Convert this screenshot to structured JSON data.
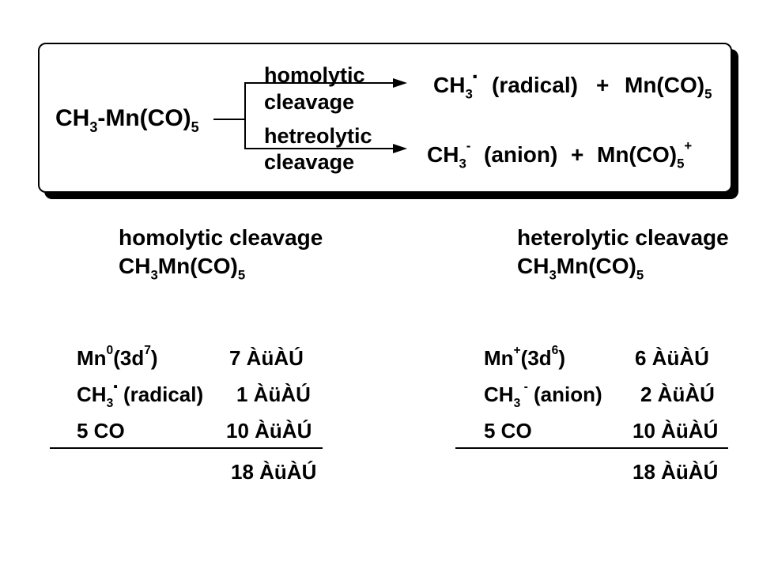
{
  "reaction": {
    "reactant": {
      "main": "CH",
      "sub1": "3",
      "bond": "-",
      "metal": "Mn(CO)",
      "sub2": "5"
    },
    "homolytic": {
      "label_line1": "homolytic",
      "label_line2": "cleavage",
      "product1_main": "CH",
      "product1_sub": "3",
      "product1_mark": "▪",
      "product1_tag": "(radical)",
      "plus": "+",
      "product2_main": "Mn(CO)",
      "product2_sub": "5"
    },
    "heterolytic": {
      "label_line1": "hetreolytic",
      "label_line2": "cleavage",
      "product1_main": "CH",
      "product1_sub": "3",
      "product1_mark": "-",
      "product1_tag": "(anion)",
      "plus": "+",
      "product2_main": "Mn(CO)",
      "product2_sub": "5",
      "product2_charge": "+"
    }
  },
  "left_panel": {
    "title": "homolytic cleavage",
    "formula_main": "CH",
    "formula_sub1": "3",
    "formula_mid": "Mn(CO)",
    "formula_sub2": "5",
    "rows": [
      {
        "species_main": "Mn",
        "species_sup": "0",
        "species_rest": "(3d",
        "species_sup2": "7",
        "species_end": ")",
        "count": "7 ÀüÀÚ"
      },
      {
        "species_main": "CH",
        "species_sub": "3",
        "species_mark": "▪",
        "species_tag": " (radical)",
        "count": "1 ÀüÀÚ"
      },
      {
        "species_main": "5  CO",
        "count": "10 ÀüÀÚ"
      }
    ],
    "total": "18 ÀüÀÚ"
  },
  "right_panel": {
    "title": "heterolytic cleavage",
    "formula_main": "CH",
    "formula_sub1": "3",
    "formula_mid": "Mn(CO)",
    "formula_sub2": "5",
    "rows": [
      {
        "species_main": "Mn",
        "species_sup": "+",
        "species_rest": "(3d",
        "species_sup2": "6",
        "species_end": ")",
        "count": "6 ÀüÀÚ"
      },
      {
        "species_main": "CH",
        "species_sub": "3",
        "species_mark": " -",
        "species_tag": " (anion)",
        "count": "2 ÀüÀÚ"
      },
      {
        "species_main": "5  CO",
        "count": "10 ÀüÀÚ"
      }
    ],
    "total": "18 ÀüÀÚ"
  }
}
